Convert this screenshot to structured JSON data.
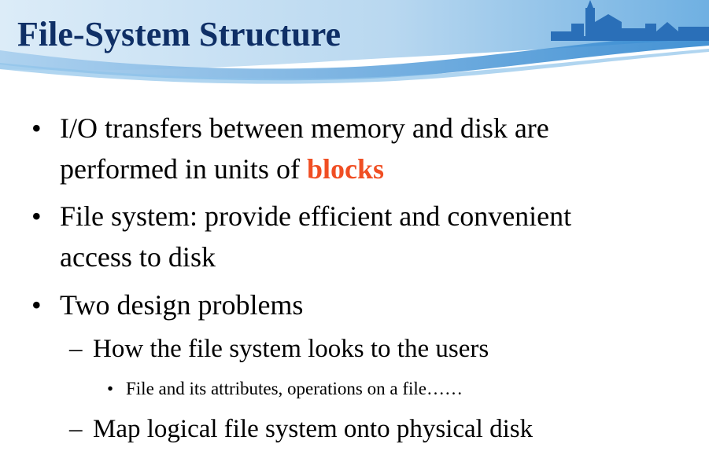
{
  "slide": {
    "title": "File-System Structure",
    "accent_color": "#0f2f66",
    "highlight_color": "#f04e23",
    "header_band_color": "#4a98d6",
    "bullets": [
      {
        "marker": "•",
        "line1_prefix": "I/O transfers between memory and disk are",
        "line2_prefix": "performed in units of ",
        "line2_emphasis": "blocks"
      },
      {
        "marker": "•",
        "line1": "File system: provide efficient and convenient",
        "line2": "access to disk"
      },
      {
        "marker": "•",
        "line1": "Two design problems",
        "sub_items": [
          {
            "marker": "–",
            "text": "How the file system looks to the users",
            "sub_items": [
              {
                "marker": "•",
                "text": "File and its attributes, operations on a file……"
              }
            ]
          },
          {
            "marker": "–",
            "text": "Map logical file system onto physical disk"
          }
        ]
      }
    ]
  }
}
